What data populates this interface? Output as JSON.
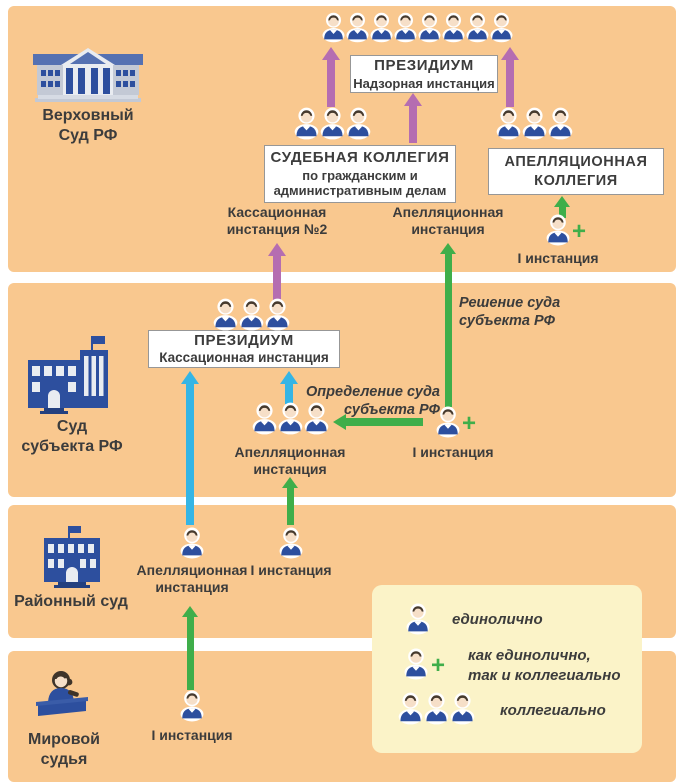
{
  "colors": {
    "band_bg": "#f9c88f",
    "legend_bg": "#fbf3c8",
    "arrow_purple": "#b56db1",
    "arrow_green": "#3fae4a",
    "arrow_cyan": "#35b5e5",
    "suit_navy": "#2d4f9e",
    "text": "#3c3c3c"
  },
  "supreme": {
    "court_line1": "Верховный",
    "court_line2": "Суд РФ",
    "presidium_title": "ПРЕЗИДИУМ",
    "presidium_subtitle": "Надзорная инстанция",
    "collegium_line1": "СУДЕБНАЯ КОЛЛЕГИЯ",
    "collegium_line2": "по гражданским и",
    "collegium_line3": "административным делам",
    "appellate_line1": "АПЕЛЛЯЦИОННАЯ",
    "appellate_line2": "КОЛЛЕГИЯ",
    "cassation2_line1": "Кассационная",
    "cassation2_line2": "инстанция №2",
    "appeal_line1": "Апелляционная",
    "appeal_line2": "инстанция",
    "first_instance": "I инстанция",
    "plus": "+"
  },
  "regional": {
    "court_line1": "Суд",
    "court_line2": "субъекта РФ",
    "presidium_title": "ПРЕЗИДИУМ",
    "presidium_subtitle": "Кассационная инстанция",
    "appeal_line1": "Апелляционная",
    "appeal_line2": "инстанция",
    "first_instance": "I инстанция",
    "plus": "+",
    "decision_line1": "Решение суда",
    "decision_line2": "субъекта РФ",
    "ruling_line1": "Определение суда",
    "ruling_line2": "субъекта РФ"
  },
  "district": {
    "court_name": "Районный суд",
    "appeal_line1": "Апелляционная",
    "appeal_line2": "инстанция",
    "first_instance": "I инстанция"
  },
  "magistrate": {
    "court_line1": "Мировой",
    "court_line2": "судья",
    "first_instance": "I инстанция"
  },
  "legend": {
    "sole": "единолично",
    "mixed_line1": "как единолично,",
    "mixed_line2": "так и коллегиально",
    "collegial": "коллегиально",
    "plus": "+"
  }
}
